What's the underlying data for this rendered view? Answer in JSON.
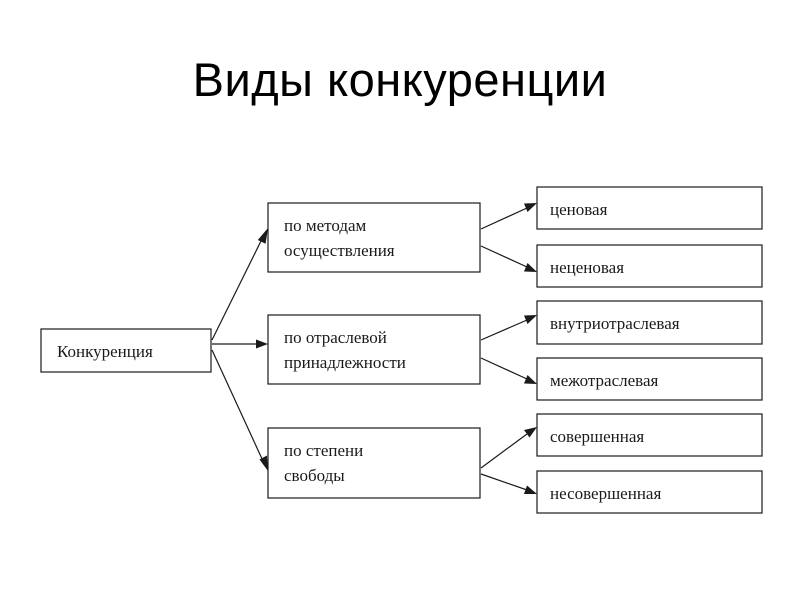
{
  "title": "Виды конкуренции",
  "root": {
    "label": "Конкуренция"
  },
  "categories": [
    {
      "lines": [
        "по методам",
        "осуществления"
      ],
      "children": [
        "ценовая",
        "неценовая"
      ]
    },
    {
      "lines": [
        "по отраслевой",
        "принадлежности"
      ],
      "children": [
        "внутриотраслевая",
        "межотраслевая"
      ]
    },
    {
      "lines": [
        "по степени",
        "свободы"
      ],
      "children": [
        "совершенная",
        "несовершенная"
      ]
    }
  ]
}
